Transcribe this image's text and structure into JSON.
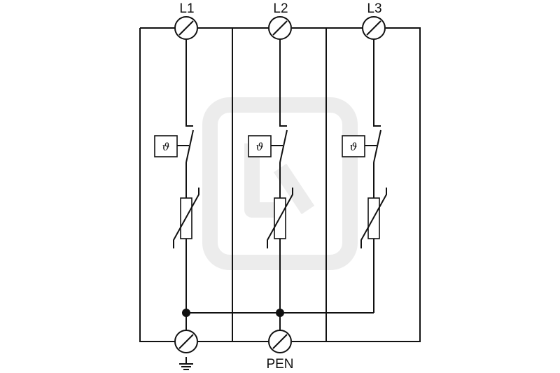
{
  "labels": {
    "l1": "L1",
    "l2": "L2",
    "l3": "L3",
    "pen": "PEN"
  },
  "thermal_symbol": "ϑ",
  "icons": {
    "terminal": "terminal-screw-icon",
    "ground": "ground-icon",
    "junction": "junction-dot-icon",
    "thermal_disconnector": "thermal-disconnector-icon",
    "varistor": "varistor-icon",
    "switch": "switch-contact-icon"
  },
  "colors": {
    "line": "#111111",
    "background": "#ffffff"
  }
}
